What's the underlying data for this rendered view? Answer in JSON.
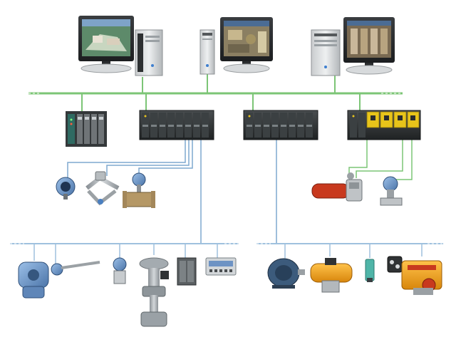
{
  "colors": {
    "background": "#ffffff",
    "green_bus": "#7cc576",
    "blue_bus": "#7ea9cf",
    "field_bus": "#9fc1de",
    "module_dark": "#2b2e2f",
    "module_yellow": "#e8c41a",
    "device_blue": "#6d93c4",
    "actuator_orange": "#f0a020",
    "valve_grey": "#a8aeb3",
    "positioner_red": "#c8391e",
    "sensor_teal": "#4fb5a8"
  },
  "workstations": [
    {
      "label": "",
      "screen_scene": "plant-3d-view"
    },
    {
      "label": "",
      "screen_scene": "process-graphic"
    },
    {
      "label": "",
      "screen_scene": "control-panel"
    }
  ],
  "controllers": [
    {
      "kind": "io-rack",
      "icon": "io-rack-icon"
    },
    {
      "kind": "controller-rack",
      "icon": "controller-rack-icon"
    },
    {
      "kind": "controller-rack",
      "icon": "controller-rack-icon"
    },
    {
      "kind": "safety-rack",
      "icon": "safety-rack-icon"
    }
  ],
  "instruments": {
    "hart_group": [
      "transmitter-icon",
      "coriolis-flowmeter-icon",
      "vortex-flowmeter-icon"
    ],
    "right_group": [
      "pneumatic-actuator-icon",
      "pressure-transmitter-icon"
    ],
    "fieldbus_left": [
      "large-transmitter-icon",
      "thermocouple-probe-icon",
      "small-transmitter-icon",
      "control-valve-icon",
      "junction-box-icon",
      "io-terminal-icon"
    ],
    "fieldbus_right": [
      "electric-motor-icon",
      "rotary-actuator-icon",
      "proximity-sensor-icon",
      "valve-positioner-icon"
    ]
  }
}
